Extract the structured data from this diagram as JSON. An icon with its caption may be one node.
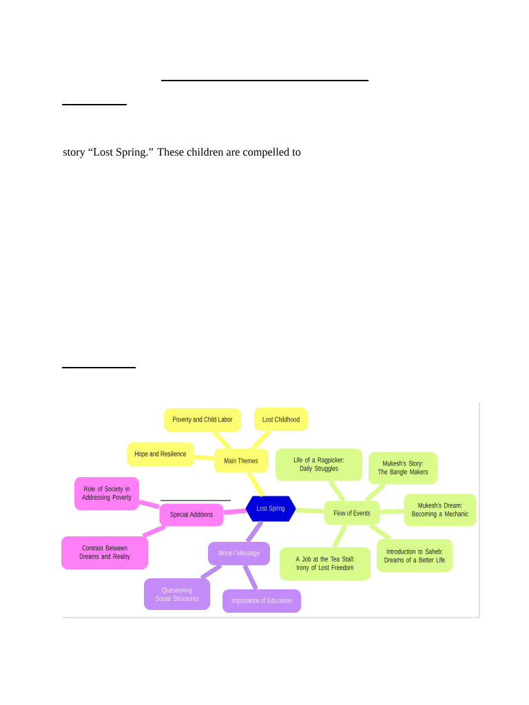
{
  "diagram": {
    "nodes": [
      {
        "text": [
          "Lost Spring"
        ]
      },
      {
        "text": [
          "Main Themes"
        ]
      },
      {
        "text": [
          "Poverty and Child Labor"
        ]
      },
      {
        "text": [
          "Lost Childhood"
        ]
      },
      {
        "text": [
          "Hope and Resilience"
        ]
      },
      {
        "text": [
          "Special Additions"
        ]
      },
      {
        "text": [
          "Role of Society in Addressing Poverty"
        ]
      },
      {
        "text": [
          "Contrast Between Dreams and Reality"
        ]
      },
      {
        "text": [
          "Moral / Message"
        ]
      },
      {
        "text": [
          "Questioning Social Structures"
        ]
      },
      {
        "text": [
          "Importance of Education"
        ]
      },
      {
        "text": [
          "Flow of Events"
        ]
      },
      {
        "text": [
          "Life of a Ragpicker: Daily Struggles"
        ]
      },
      {
        "text": [
          "Mukesh’s Story: The Bangle Makers"
        ]
      },
      {
        "text": [
          "Mukesh’s Dream: Becoming a Mechanic"
        ]
      },
      {
        "text": [
          "Introduction to Saheb: Dreams of a Better Life"
        ]
      },
      {
        "text": [
          "A Job at the Tea Stall: Irony of Lost Freedom"
        ]
      }
    ],
    "edges": [
      {
        "from": 0,
        "to": 1,
        "arrow": "none",
        "color": "#fdfd66"
      },
      {
        "from": 1,
        "to": 2,
        "arrow": "none",
        "color": "#fdfd66"
      },
      {
        "from": 1,
        "to": 3,
        "arrow": "none",
        "color": "#fdfd66"
      },
      {
        "from": 1,
        "to": 4,
        "arrow": "none",
        "color": "#fdfd66"
      },
      {
        "from": 0,
        "to": 5,
        "arrow": "none",
        "color": "#ff7ef6"
      },
      {
        "from": 5,
        "to": 6,
        "arrow": "none",
        "color": "#ff7ef6"
      },
      {
        "from": 5,
        "to": 7,
        "arrow": "none",
        "color": "#ff7ef6"
      },
      {
        "from": 0,
        "to": 8,
        "arrow": "none",
        "color": "#b98af0"
      },
      {
        "from": 8,
        "to": 9,
        "arrow": "none",
        "color": "#b98af0"
      },
      {
        "from": 8,
        "to": 10,
        "arrow": "none",
        "color": "#b98af0"
      },
      {
        "from": 0,
        "to": 11,
        "arrow": "none",
        "color": "#d9fb8b"
      },
      {
        "from": 11,
        "to": 12,
        "arrow": "none",
        "color": "#d9fb8b"
      },
      {
        "from": 11,
        "to": 13,
        "arrow": "none",
        "color": "#d9fb8b"
      },
      {
        "from": 11,
        "to": 14,
        "arrow": "none",
        "color": "#d9fb8b"
      },
      {
        "from": 11,
        "to": 15,
        "arrow": "none",
        "color": "#d9fb8b"
      },
      {
        "from": 11,
        "to": 16,
        "arrow": "none",
        "color": "#d9fb8b"
      }
    ],
    "labels": [
      "story “Lost Spring.” These children are compelled to"
    ]
  }
}
